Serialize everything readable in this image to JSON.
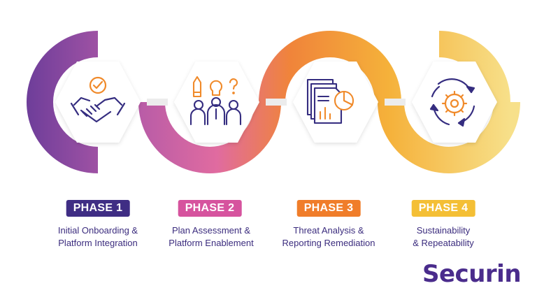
{
  "colors": {
    "purple": "#6a3c99",
    "magenta": "#d85aa6",
    "orange": "#f08232",
    "yellow": "#f5c13a",
    "pale_yellow": "#f7de7a",
    "icon_navy": "#352d80",
    "icon_orange": "#f08a2a",
    "text_navy": "#3b2c7e"
  },
  "phases": [
    {
      "badge": "PHASE 1",
      "badge_color": "#3f2d84",
      "desc_line1": "Initial Onboarding &",
      "desc_line2": "Platform Integration",
      "icon": "handshake-icon"
    },
    {
      "badge": "PHASE 2",
      "badge_color": "#d6539e",
      "desc_line1": "Plan Assessment &",
      "desc_line2": "Platform Enablement",
      "icon": "team-ideas-icon"
    },
    {
      "badge": "PHASE 3",
      "badge_color": "#f07d2a",
      "desc_line1": "Threat Analysis &",
      "desc_line2": "Reporting Remediation",
      "icon": "reports-icon"
    },
    {
      "badge": "PHASE 4",
      "badge_color": "#f4bf35",
      "desc_line1": "Sustainability",
      "desc_line2": "& Repeatability",
      "icon": "cycle-gear-icon"
    }
  ],
  "logo": {
    "text": "Securin"
  }
}
